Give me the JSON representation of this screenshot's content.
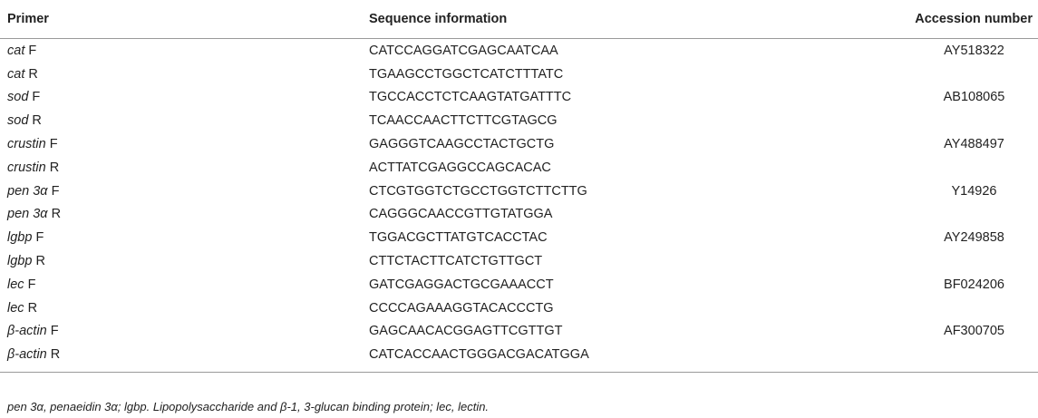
{
  "header": {
    "primer": "Primer",
    "sequence": "Sequence information",
    "accession": "Accession number"
  },
  "rows": [
    {
      "gene": "cat",
      "dir": "F",
      "sequence": "CATCCAGGATCGAGCAATCAA",
      "accession": "AY518322"
    },
    {
      "gene": "cat",
      "dir": "R",
      "sequence": "TGAAGCCTGGCTCATCTTTATC",
      "accession": ""
    },
    {
      "gene": "sod",
      "dir": "F",
      "sequence": "TGCCACCTCTCAAGTATGATTTC",
      "accession": "AB108065"
    },
    {
      "gene": "sod",
      "dir": "R",
      "sequence": "TCAACCAACTTCTTCGTAGCG",
      "accession": ""
    },
    {
      "gene": "crustin",
      "dir": "F",
      "sequence": "GAGGGTCAAGCCTACTGCTG",
      "accession": "AY488497"
    },
    {
      "gene": "crustin",
      "dir": "R",
      "sequence": "ACTTATCGAGGCCAGCACAC",
      "accession": ""
    },
    {
      "gene": "pen 3α",
      "dir": "F",
      "sequence": "CTCGTGGTCTGCCTGGTCTTCTTG",
      "accession": "Y14926"
    },
    {
      "gene": "pen 3α",
      "dir": "R",
      "sequence": "CAGGGCAACCGTTGTATGGA",
      "accession": ""
    },
    {
      "gene": "lgbp",
      "dir": "F",
      "sequence": "TGGACGCTTATGTCACCTAC",
      "accession": "AY249858"
    },
    {
      "gene": "lgbp",
      "dir": "R",
      "sequence": "CTTCTACTTCATCTGTTGCT",
      "accession": ""
    },
    {
      "gene": "lec",
      "dir": "F",
      "sequence": "GATCGAGGACTGCGAAACCT",
      "accession": "BF024206"
    },
    {
      "gene": "lec",
      "dir": "R",
      "sequence": "CCCCAGAAAGGTACACCCTG",
      "accession": ""
    },
    {
      "gene": "β-actin",
      "dir": "F",
      "sequence": "GAGCAACACGGAGTTCGTTGT",
      "accession": "AF300705"
    },
    {
      "gene": "β-actin",
      "dir": "R",
      "sequence": "CATCACCAACTGGGACGACATGGA",
      "accession": ""
    }
  ],
  "footnote": "pen 3α, penaeidin 3α; lgbp. Lipopolysaccharide and β-1, 3-glucan binding protein; lec, lectin."
}
